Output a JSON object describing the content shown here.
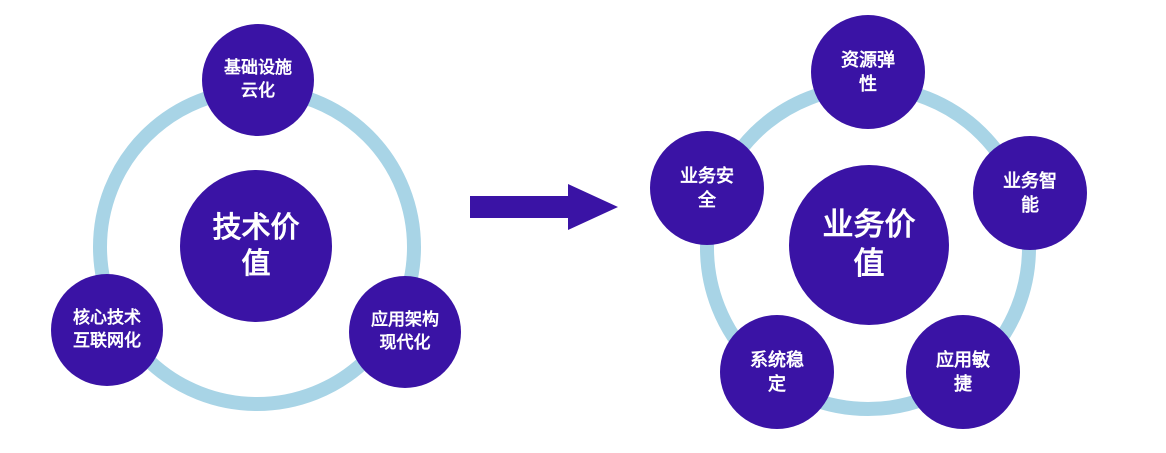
{
  "colors": {
    "node": "#3a13a5",
    "ring": "#a8d4e6",
    "arrow": "#3a13a5",
    "text": "#ffffff",
    "background": "#ffffff"
  },
  "left_diagram": {
    "center": {
      "line1": "技术价",
      "line2": "值"
    },
    "satellites": {
      "top": {
        "line1": "基础设施",
        "line2": "云化"
      },
      "bottom_left": {
        "line1": "核心技术",
        "line2": "互联网化"
      },
      "bottom_right": {
        "line1": "应用架构",
        "line2": "现代化"
      }
    }
  },
  "arrow": {
    "direction": "right"
  },
  "right_diagram": {
    "center": {
      "line1": "业务价",
      "line2": "值"
    },
    "satellites": {
      "top": {
        "line1": "资源弹",
        "line2": "性"
      },
      "left": {
        "line1": "业务安",
        "line2": "全"
      },
      "right": {
        "line1": "业务智",
        "line2": "能"
      },
      "bottom_left": {
        "line1": "系统稳",
        "line2": "定"
      },
      "bottom_right": {
        "line1": "应用敏",
        "line2": "捷"
      }
    }
  }
}
